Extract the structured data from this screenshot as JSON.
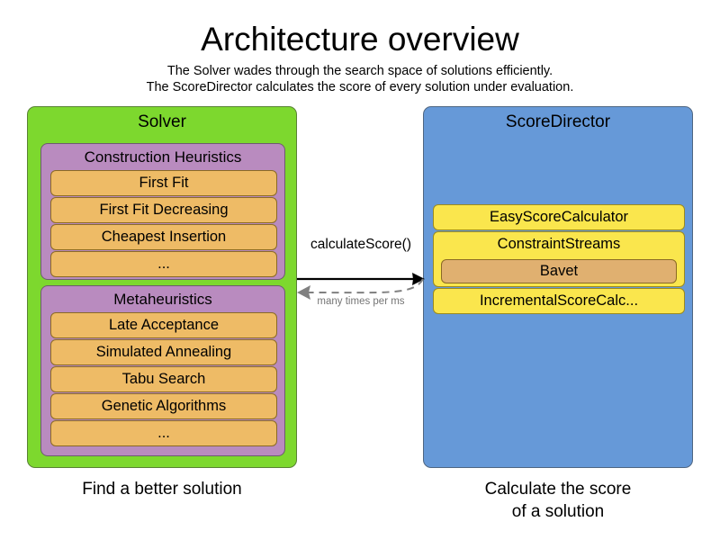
{
  "header": {
    "title": "Architecture overview",
    "subtitle_1": "The Solver wades through the search space of solutions efficiently.",
    "subtitle_2": "The ScoreDirector calculates the score of every solution under evaluation."
  },
  "solver": {
    "title": "Solver",
    "color": "#7DD82E",
    "caption": "Find a better solution",
    "groups": [
      {
        "title": "Construction Heuristics",
        "color": "#B98BBF",
        "items": [
          {
            "label": "First Fit"
          },
          {
            "label": "First Fit Decreasing"
          },
          {
            "label": "Cheapest Insertion"
          },
          {
            "label": "..."
          }
        ]
      },
      {
        "title": "Metaheuristics",
        "color": "#B98BBF",
        "items": [
          {
            "label": "Late Acceptance"
          },
          {
            "label": "Simulated Annealing"
          },
          {
            "label": "Tabu Search"
          },
          {
            "label": "Genetic Algorithms"
          },
          {
            "label": "..."
          }
        ]
      }
    ]
  },
  "score_director": {
    "title": "ScoreDirector",
    "color": "#6699D8",
    "caption_line_1": "Calculate the score",
    "caption_line_2": "of a solution",
    "items": [
      {
        "label": "EasyScoreCalculator",
        "child": null
      },
      {
        "label": "ConstraintStreams",
        "child": "Bavet"
      },
      {
        "label": "IncrementalScoreCalc...",
        "child": null
      }
    ]
  },
  "arrows": {
    "request_label": "calculateScore()",
    "response_label": "many times per ms",
    "request_color": "#000000",
    "response_color": "#808080"
  },
  "item_colors": {
    "orange": "#EEBB66",
    "yellow": "#FAE64D",
    "nested_orange": "#E0B070"
  }
}
